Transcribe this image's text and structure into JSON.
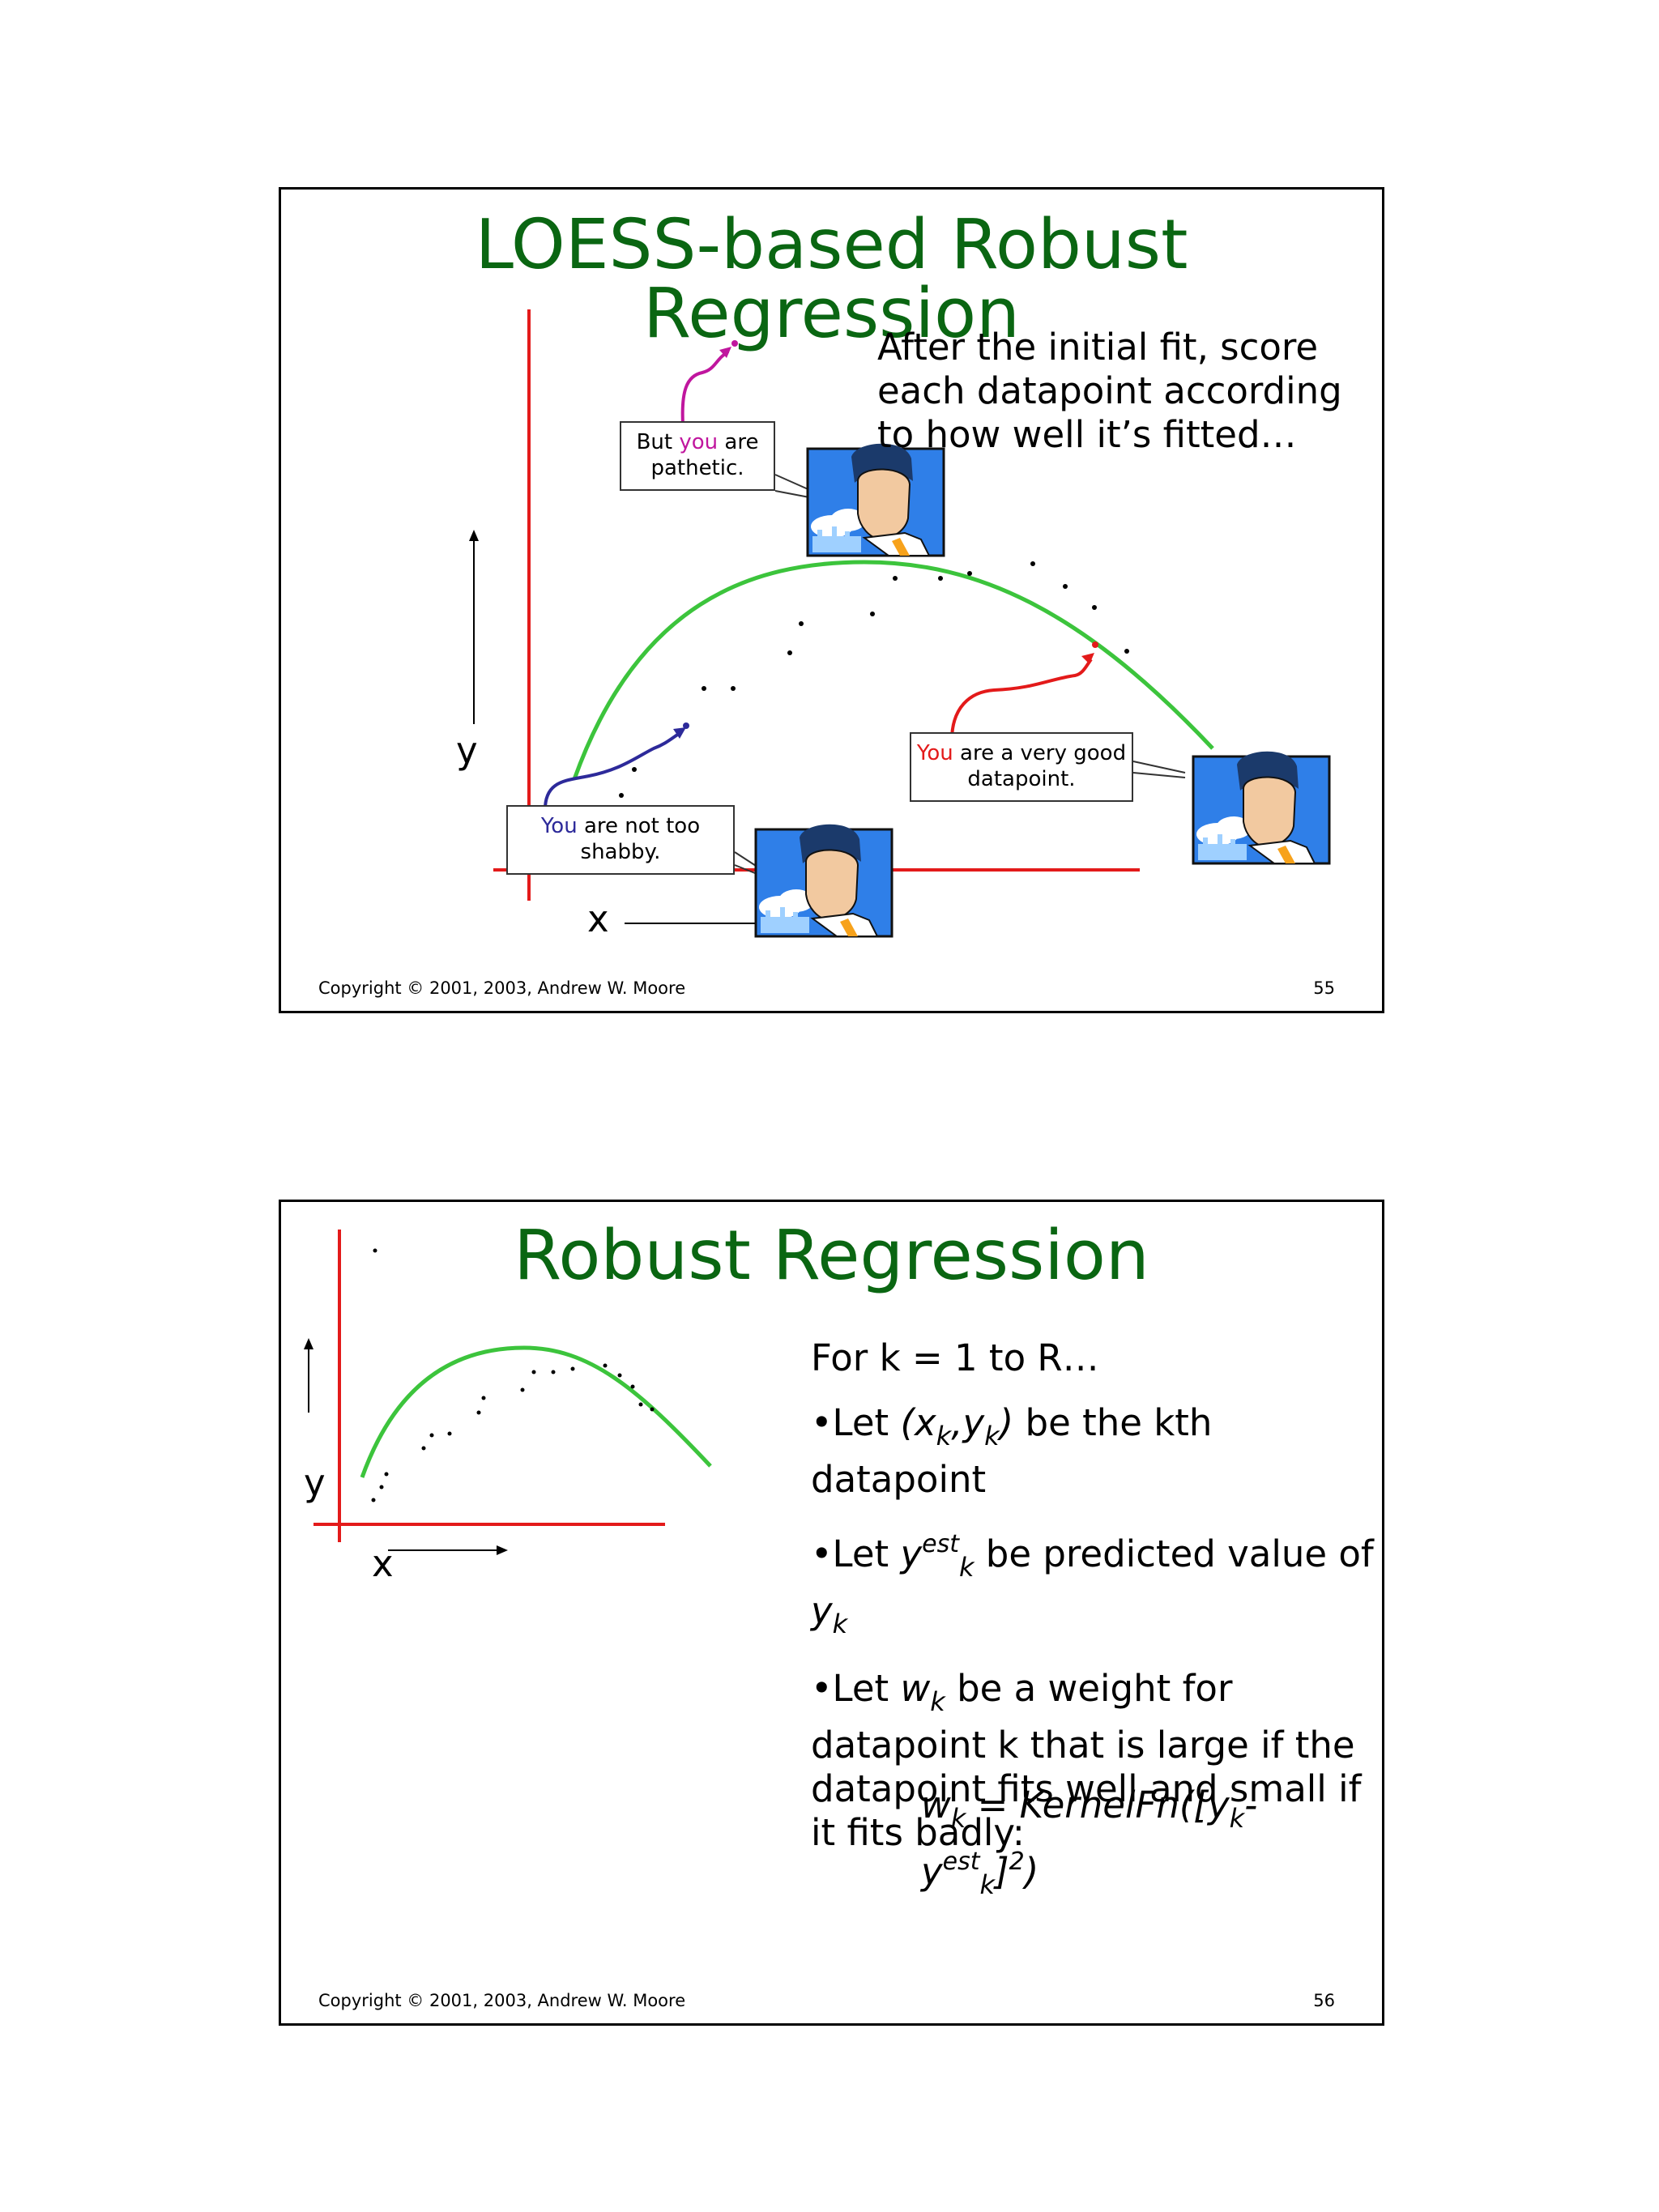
{
  "slide1": {
    "title": "LOESS-based Robust Regression",
    "body": "After the initial fit, score each datapoint according to how well it’s fitted…",
    "callouts": {
      "top": {
        "pre": "But ",
        "hl": "you",
        "post": " are pathetic."
      },
      "right": {
        "hl": "You",
        "post": " are a very good datapoint."
      },
      "left": {
        "hl": "You",
        "post": " are not too shabby."
      }
    },
    "ylabel": "y",
    "xlabel": "x",
    "footer": "Copyright © 2001, 2003, Andrew W. Moore",
    "page": "55"
  },
  "slide2": {
    "title": "Robust Regression",
    "ylabel": "y",
    "xlabel": "x",
    "loop": "For k = 1 to R…",
    "b1": {
      "a": "•Let ",
      "xk": "(x",
      "k1": "k",
      "comma": ",y",
      "k2": "k",
      "close": ")",
      "rest": " be the kth datapoint"
    },
    "b2": {
      "a": "•Let ",
      "y": "y",
      "est": "est",
      "k": "k",
      "rest": " be predicted value of ",
      "y2": "y",
      "k2": "k"
    },
    "b3": {
      "a": "•Let ",
      "w": "w",
      "k": "k",
      "rest": " be a weight for datapoint k that is large if the datapoint fits well and small if it fits badly:"
    },
    "formula": {
      "w": "w",
      "k": "k",
      "mid": " = KernelFn([y",
      "k2": "k",
      "minus": "- y",
      "est": "est",
      "k3": "k",
      "end": "]",
      "sq": "2",
      "close": ")"
    },
    "footer": "Copyright © 2001, 2003, Andrew W. Moore",
    "page": "56"
  },
  "colors": {
    "title": "#0a6612",
    "axis": "#e31a1a",
    "curve": "#3cc43c",
    "pink": "#c0169e",
    "blue": "#2d2a9a"
  }
}
